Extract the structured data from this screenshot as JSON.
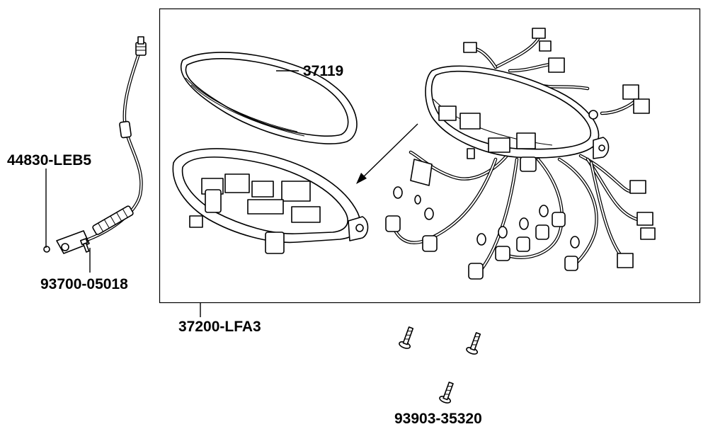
{
  "parts": {
    "lens": "37119",
    "meter_assy": "37200-LFA3",
    "cable": "44830-LEB5",
    "screw_cable": "93700-05018",
    "screw_tapping": "93903-35320"
  }
}
